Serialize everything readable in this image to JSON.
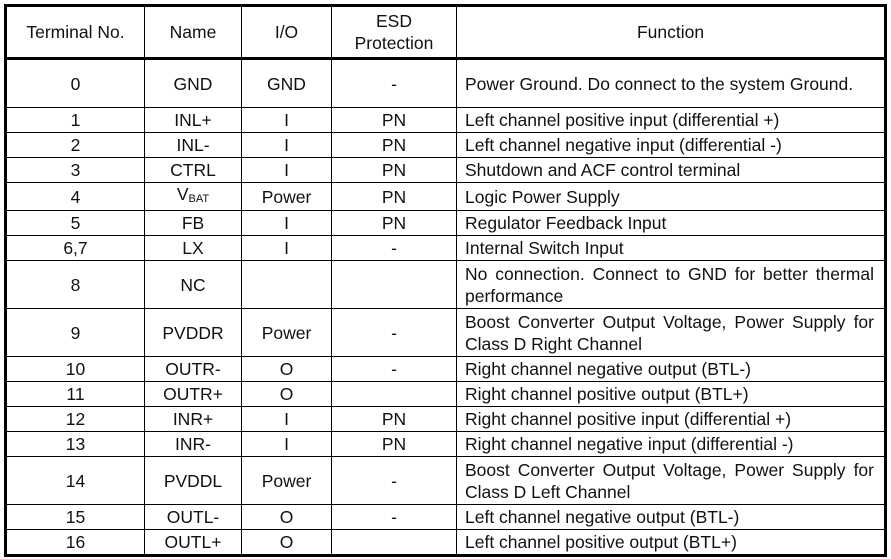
{
  "headers": [
    "Terminal No.",
    "Name",
    "I/O",
    "ESD Protection",
    "Function"
  ],
  "rows": [
    {
      "no": "0",
      "name": "GND",
      "io": "GND",
      "esd": "-",
      "fn": "Power Ground. Do connect to the system Ground.",
      "lines": 2
    },
    {
      "no": "1",
      "name": "INL+",
      "io": "I",
      "esd": "PN",
      "fn": "Left channel positive input (differential +)",
      "lines": 1
    },
    {
      "no": "2",
      "name": "INL-",
      "io": "I",
      "esd": "PN",
      "fn": "Left channel negative input (differential -)",
      "lines": 1
    },
    {
      "no": "3",
      "name": "CTRL",
      "io": "I",
      "esd": "PN",
      "fn": "Shutdown and ACF control terminal",
      "lines": 1
    },
    {
      "no": "4",
      "name": "V",
      "name_sub": "BAT",
      "io": "Power",
      "esd": "PN",
      "fn": "Logic Power Supply",
      "lines": 1
    },
    {
      "no": "5",
      "name": "FB",
      "io": "I",
      "esd": "PN",
      "fn": "Regulator Feedback Input",
      "lines": 1
    },
    {
      "no": "6,7",
      "name": "LX",
      "io": "I",
      "esd": "-",
      "fn": "Internal Switch Input",
      "lines": 1
    },
    {
      "no": "8",
      "name": "NC",
      "io": "",
      "esd": "",
      "fn": "No connection. Connect to GND for better thermal performance",
      "lines": 2
    },
    {
      "no": "9",
      "name": "PVDDR",
      "io": "Power",
      "esd": "-",
      "fn": "Boost Converter Output Voltage, Power Supply for Class D Right Channel",
      "lines": 2
    },
    {
      "no": "10",
      "name": "OUTR-",
      "io": "O",
      "esd": "-",
      "fn": "Right channel negative output (BTL-)",
      "lines": 1
    },
    {
      "no": "11",
      "name": "OUTR+",
      "io": "O",
      "esd": "",
      "fn": "Right channel positive output (BTL+)",
      "lines": 1
    },
    {
      "no": "12",
      "name": "INR+",
      "io": "I",
      "esd": "PN",
      "fn": "Right channel positive input (differential +)",
      "lines": 1
    },
    {
      "no": "13",
      "name": "INR-",
      "io": "I",
      "esd": "PN",
      "fn": "Right channel negative input (differential -)",
      "lines": 1
    },
    {
      "no": "14",
      "name": "PVDDL",
      "io": "Power",
      "esd": "-",
      "fn": "Boost Converter Output Voltage, Power Supply for Class D Left Channel",
      "lines": 2
    },
    {
      "no": "15",
      "name": "OUTL-",
      "io": "O",
      "esd": "-",
      "fn": "Left channel negative output (BTL-)",
      "lines": 1
    },
    {
      "no": "16",
      "name": "OUTL+",
      "io": "O",
      "esd": "",
      "fn": "Left channel positive output (BTL+)",
      "lines": 1
    }
  ]
}
